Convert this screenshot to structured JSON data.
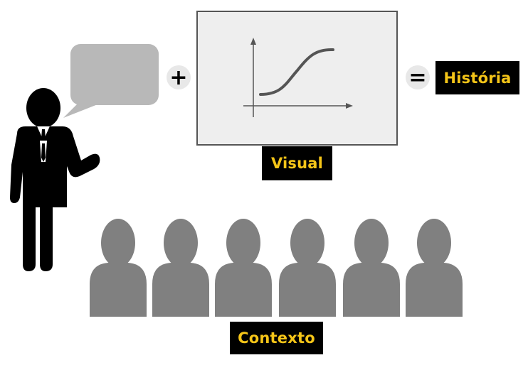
{
  "labels": {
    "visual": "Visual",
    "historia": "História",
    "contexto": "Contexto"
  },
  "operators": {
    "plus": "+",
    "equals": "="
  },
  "colors": {
    "label_text": "#f5c518",
    "label_bg": "#000000",
    "speech_bubble": "#b8b8b8",
    "board_bg": "#eeeeee",
    "audience": "#808080",
    "operator_bg": "#e8e8e8"
  },
  "icons": {
    "presenter": "presenter-person-icon",
    "speech": "speech-bubble-icon",
    "board": "board-chart-icon",
    "audience": "audience-person-icon"
  }
}
